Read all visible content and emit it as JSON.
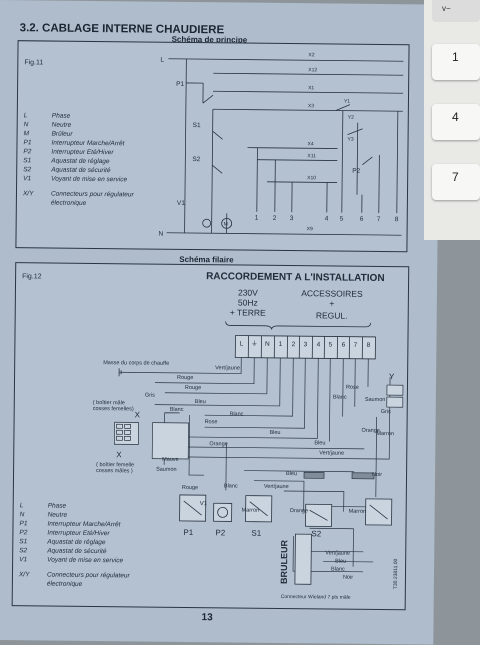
{
  "page": {
    "section_title": "3.2. CABLAGE INTERNE CHAUDIERE",
    "page_number": "13"
  },
  "fig11": {
    "subtitle": "Schéma de principe",
    "label": "Fig.11",
    "line_L": "L",
    "line_N": "N",
    "connectors": [
      "X2",
      "X12",
      "X1",
      "X3",
      "X4",
      "X11",
      "X10",
      "X9"
    ],
    "components": [
      "P1",
      "S1",
      "S2",
      "V1",
      "P2",
      "M"
    ],
    "relays": [
      "Y1",
      "Y2",
      "Y3"
    ],
    "terminals": [
      "1",
      "2",
      "3",
      "4",
      "5",
      "6",
      "7",
      "8"
    ],
    "legend": [
      {
        "key": "L",
        "text": "Phase"
      },
      {
        "key": "N",
        "text": "Neutre"
      },
      {
        "key": "M",
        "text": "Brûleur"
      },
      {
        "key": "P1",
        "text": "Interrupteur Marche/Arrêt"
      },
      {
        "key": "P2",
        "text": "Interrupteur Eté/Hiver"
      },
      {
        "key": "S1",
        "text": "Aquastat de réglage"
      },
      {
        "key": "S2",
        "text": "Aquastat de sécurité"
      },
      {
        "key": "V1",
        "text": "Voyant de mise en service"
      },
      {
        "key": "X/Y",
        "text": "Connecteurs pour régulateur électronique"
      }
    ]
  },
  "fig12": {
    "subtitle": "Schéma filaire",
    "label": "Fig.12",
    "title": "RACCORDEMENT A L'INSTALLATION",
    "power_block": [
      "230V",
      "50Hz",
      "+ TERRE"
    ],
    "accessories_block": [
      "ACCESSOIRES",
      "+",
      "REGUL."
    ],
    "terminal_labels": [
      "L",
      "⏚",
      "N",
      "1",
      "2",
      "3",
      "4",
      "5",
      "6",
      "7",
      "8"
    ],
    "masse_label": "Masse du corps de chauffe",
    "boitier_femelle": [
      "( boîtier mâle",
      "cosses femelles)"
    ],
    "boitier_male": [
      "( boîtier femelle",
      "cosses mâles )"
    ],
    "x_label": "X",
    "y_label": "Y",
    "wire_colors": [
      "Vert/jaune",
      "Rouge",
      "Rouge",
      "Gris",
      "Bleu",
      "Blanc",
      "Rose",
      "Bleu",
      "Blanc",
      "Orange",
      "Mauve",
      "Saumon",
      "Blanc",
      "Rose",
      "Saumon",
      "Gris",
      "Marron",
      "Orange",
      "Bleu",
      "Vert/jaune",
      "Bleu",
      "Noir",
      "Vert/jaune",
      "Rouge",
      "Blanc",
      "Marron",
      "Orange",
      "Marron",
      "Vert/jaune",
      "Bleu",
      "Blanc",
      "Noir"
    ],
    "components": [
      "P1",
      "P2",
      "S1",
      "S2",
      "V1"
    ],
    "bruleur": "BRULEUR",
    "connector_note": "Connecteur Wieland 7 pts mâle",
    "ref_code": "T30.23811.00",
    "legend": [
      {
        "key": "L",
        "text": "Phase"
      },
      {
        "key": "N",
        "text": "Neutre"
      },
      {
        "key": "P1",
        "text": "Interrupteur Marche/Arrêt"
      },
      {
        "key": "P2",
        "text": "Interrupteur Eté/Hiver"
      },
      {
        "key": "S1",
        "text": "Aquastat de réglage"
      },
      {
        "key": "S2",
        "text": "Aquastat de sécurité"
      },
      {
        "key": "V1",
        "text": "Voyant de mise en service"
      },
      {
        "key": "X/Y",
        "text": "Connecteurs pour régulateur électronique"
      }
    ]
  },
  "keypad": {
    "keys": [
      "v−",
      "1",
      "4",
      "7"
    ]
  }
}
